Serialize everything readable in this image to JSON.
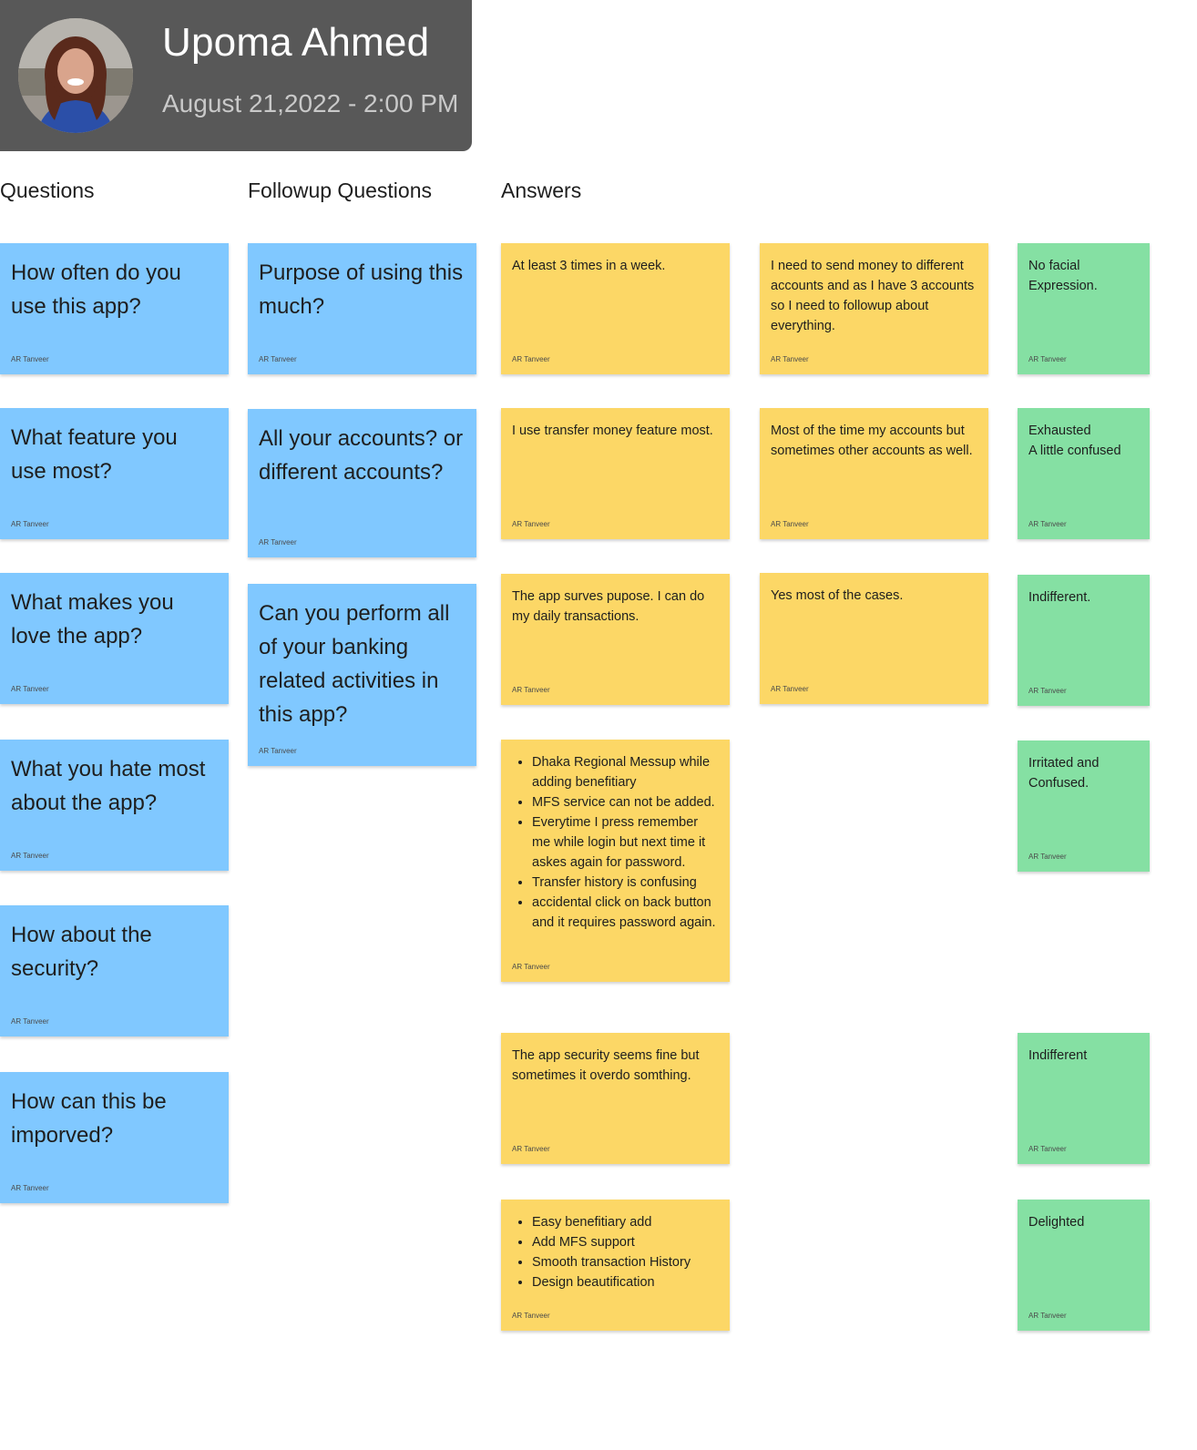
{
  "header": {
    "name": "Upoma Ahmed",
    "date": "August 21,2022 - 2:00 PM",
    "avatar_icon": "person-photo-icon"
  },
  "columns": {
    "questions": "Questions",
    "followup": "Followup Questions",
    "answers": "Answers"
  },
  "colors": {
    "question": "#80c8ff",
    "answer": "#fcd766",
    "emotion": "#85e0a3",
    "header": "#585858"
  },
  "questions": [
    {
      "text": "How often do you use this app?",
      "author": "AR Tanveer"
    },
    {
      "text": "What feature you use most?",
      "author": "AR Tanveer"
    },
    {
      "text": "What makes you love the app?",
      "author": "AR Tanveer"
    },
    {
      "text": "What you hate most about the app?",
      "author": "AR Tanveer"
    },
    {
      "text": "How about the security?",
      "author": "AR Tanveer"
    },
    {
      "text": "How can this be imporved?",
      "author": "AR Tanveer"
    }
  ],
  "followups": [
    {
      "text": "Purpose of using this much?",
      "author": "AR Tanveer"
    },
    {
      "text": "All your accounts? or different accounts?",
      "author": "AR Tanveer"
    },
    {
      "text": "Can you perform all of your banking related activities in this app?",
      "author": "AR Tanveer"
    }
  ],
  "answers": [
    {
      "text": "At least 3 times in a week.",
      "author": "AR Tanveer"
    },
    {
      "text": "I use transfer money feature most.",
      "author": "AR Tanveer"
    },
    {
      "text": "The app surves pupose. I can do my daily transactions.",
      "author": "AR Tanveer"
    },
    {
      "items": [
        "Dhaka Regional Messup while adding benefitiary",
        "MFS service can not be added.",
        "Everytime I press remember me while login but next time it askes again for password.",
        "Transfer history is confusing",
        "accidental click on back button and it requires password again."
      ],
      "author": "AR Tanveer"
    },
    {
      "text": "The app security seems fine but sometimes it overdo somthing.",
      "author": "AR Tanveer"
    },
    {
      "items": [
        "Easy benefitiary add",
        "Add MFS support",
        "Smooth transaction History",
        "Design beautification"
      ],
      "author": "AR Tanveer"
    }
  ],
  "followup_answers": [
    {
      "text": "I need to send money to different accounts and as I have 3 accounts so I need to followup about everything.",
      "author": "AR Tanveer"
    },
    {
      "text": "Most of the time my accounts but sometimes other accounts as well.",
      "author": "AR Tanveer"
    },
    {
      "text": "Yes most of the cases.",
      "author": "AR Tanveer"
    }
  ],
  "emotions": [
    {
      "text": "No facial Expression.",
      "author": "AR Tanveer"
    },
    {
      "text": "Exhausted\nA little confused",
      "author": "AR Tanveer"
    },
    {
      "text": "Indifferent.",
      "author": "AR Tanveer"
    },
    {
      "text": "Irritated and Confused.",
      "author": "AR Tanveer"
    },
    {
      "text": "Indifferent",
      "author": "AR Tanveer"
    },
    {
      "text": "Delighted",
      "author": "AR Tanveer"
    }
  ]
}
